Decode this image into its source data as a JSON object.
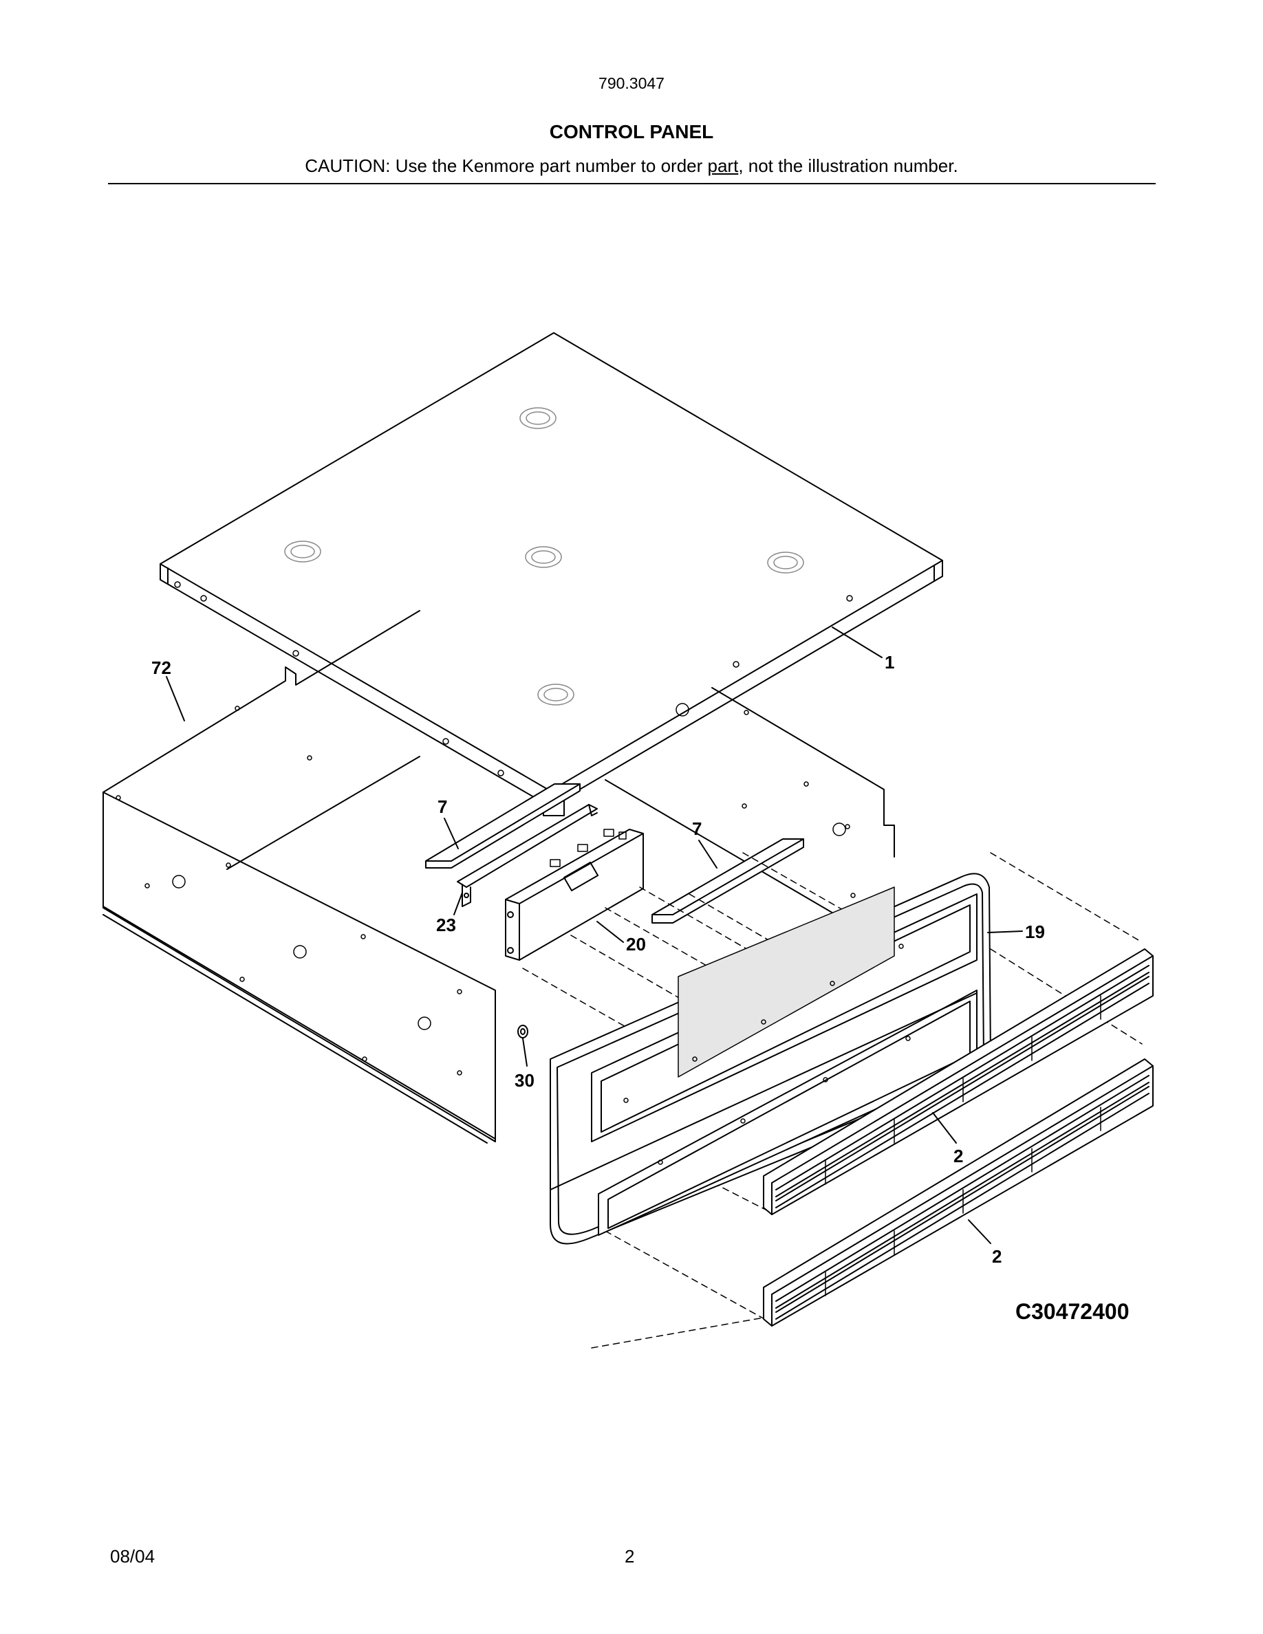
{
  "header": {
    "model_number": "790.3047",
    "title": "CONTROL PANEL",
    "caution_prefix": "CAUTION: Use the Kenmore part number to order ",
    "caution_underlined": "part",
    "caution_suffix": ", not the illustration number."
  },
  "diagram": {
    "callouts": {
      "c1": "1",
      "c72": "72",
      "c7a": "7",
      "c7b": "7",
      "c23": "23",
      "c20": "20",
      "c19": "19",
      "c30": "30",
      "c2a": "2",
      "c2b": "2"
    },
    "drawing_code": "C30472400"
  },
  "footer": {
    "date": "08/04",
    "page_number": "2"
  }
}
